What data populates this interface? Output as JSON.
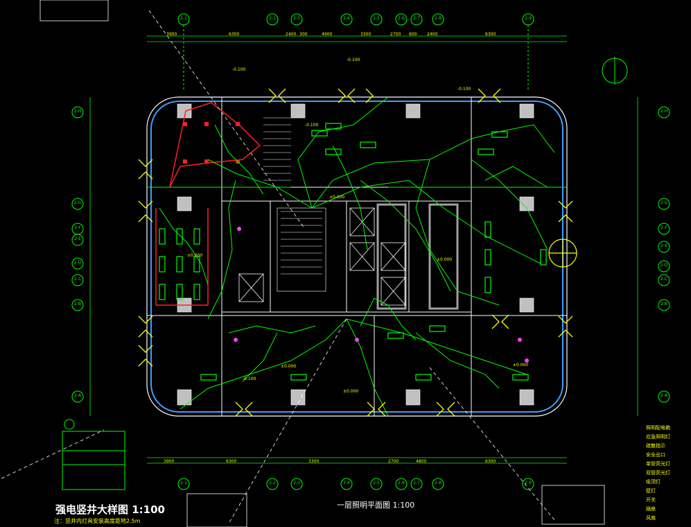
{
  "drawing": {
    "main_title": "强电竖井大样图 1:100",
    "plan_title": "一层照明平面图 1:100",
    "detail_note": "注：竖井内灯具安装高度距地2.5m"
  },
  "grid_top": [
    "2-1",
    "2-2",
    "2-3",
    "2-4",
    "2-5",
    "2-6",
    "2-7",
    "2-8",
    "2-9"
  ],
  "grid_bottom": [
    "2-1",
    "2-2",
    "2-3",
    "2-4",
    "2-5",
    "2-6",
    "2-7",
    "2-8",
    "2-9"
  ],
  "grid_left": [
    "2-H",
    "2-G",
    "2-F",
    "2-E",
    "2-D",
    "2-C",
    "2-B",
    "2-A"
  ],
  "grid_right": [
    "2-H",
    "2-G",
    "2-F",
    "2-E",
    "2-D",
    "2-C",
    "2-B",
    "2-A"
  ],
  "dims_top": [
    "3900",
    "6300",
    "2400",
    "300",
    "4900",
    "3300",
    "2700",
    "600",
    "2400",
    "6300"
  ],
  "dims_bottom": [
    "3900",
    "6300",
    "3300",
    "2700",
    "4800",
    "6300"
  ],
  "colors": {
    "wire": "#00ff00",
    "wall": "#ffffff",
    "column": "#c8c8c8",
    "annotation": "#ffff00",
    "red_circuit": "#ff2020",
    "background": "#000000"
  },
  "legend_items": [
    "照明配电箱",
    "应急照明灯",
    "疏散指示",
    "安全出口",
    "单管荧光灯",
    "双管荧光灯",
    "吸顶灯",
    "壁灯",
    "开关",
    "插座",
    "风扇"
  ]
}
